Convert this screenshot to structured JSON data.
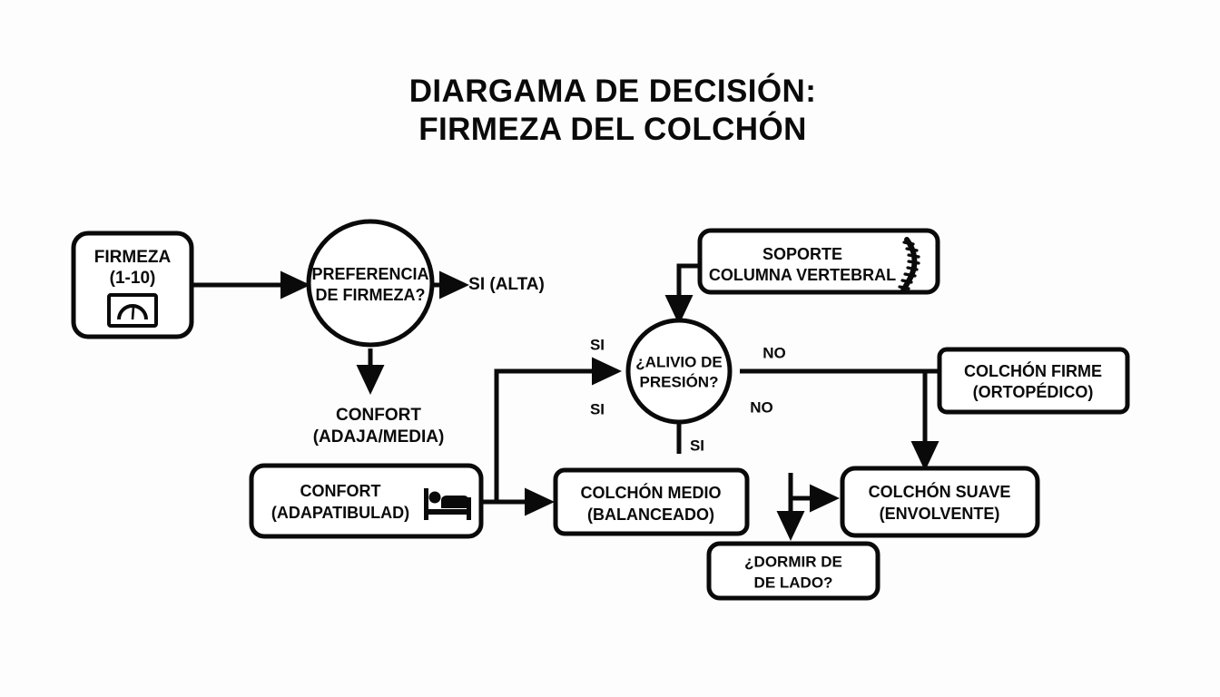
{
  "title": {
    "line1": "DIARGAMA DE DECISIÓN:",
    "line2": "FIRMEZA DEL COLCHÓN"
  },
  "colors": {
    "background": "#fdfdfd",
    "ink": "#0a0a0a",
    "node_fill": "#ffffff"
  },
  "nodes": {
    "firmeza": {
      "line1": "FIRMEZA",
      "line2": "(1-10)",
      "icon": "gauge-icon",
      "shape": "rounded-box"
    },
    "preferencia": {
      "line1": "PREFERENCIA",
      "line2": "DE FIRMEZA?",
      "shape": "circle"
    },
    "soporte": {
      "line1": "SOPORTE",
      "line2": "COLUMNA VERTEBRAL",
      "icon": "spine-icon",
      "shape": "rounded-box"
    },
    "alivio": {
      "line1": "¿ALIVIO DE",
      "line2": "PRESIÓN?",
      "shape": "circle"
    },
    "colchon_firme": {
      "line1": "COLCHÓN FIRME",
      "line2": "(ORTOPÉDICO)",
      "shape": "rounded-box"
    },
    "confort_adapt": {
      "line1": "CONFORT",
      "line2": "(ADAPATIBULAD)",
      "icon": "bed-icon",
      "shape": "rounded-box"
    },
    "colchon_medio": {
      "line1": "COLCHÓN MEDIO",
      "line2": "(BALANCEADO)",
      "shape": "rounded-box"
    },
    "colchon_suave": {
      "line1": "COLCHÓN SUAVE",
      "line2": "(ENVOLVENTE)",
      "shape": "rounded-box"
    },
    "dormir_lado": {
      "line1": "¿DORMIR DE",
      "line2": "DE LADO?",
      "shape": "rounded-box"
    }
  },
  "free_labels": {
    "si_alta": "SI (ALTA)",
    "confort_line1": "CONFORT",
    "confort_line2": "(ADAJA/MEDIA)"
  },
  "edge_labels": {
    "si_top_left": "SI",
    "si_bottom_left": "SI",
    "no_top_right": "NO",
    "no_bottom_right": "NO",
    "si_below_circle": "SI"
  }
}
